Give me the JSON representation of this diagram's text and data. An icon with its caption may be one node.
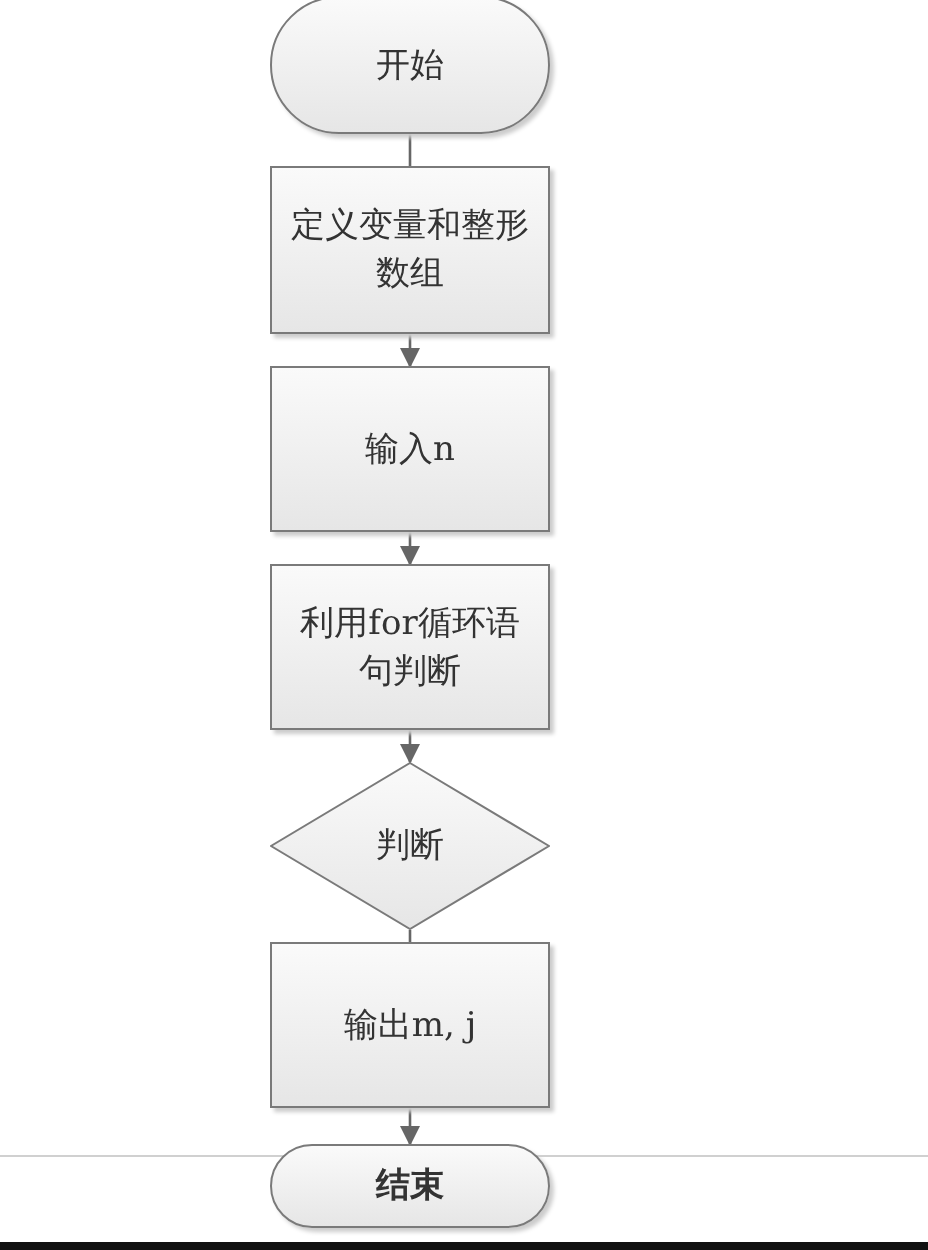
{
  "diagram": {
    "nodes": [
      {
        "text": [
          "开始"
        ]
      },
      {
        "text": [
          "定义变量和整形数组"
        ]
      },
      {
        "text": [
          "输入n"
        ]
      },
      {
        "text": [
          "利用for循环语句判断"
        ]
      },
      {
        "text": [
          "判断"
        ]
      },
      {
        "text": [
          "输出m, j"
        ]
      },
      {
        "text": [
          "结束"
        ]
      }
    ],
    "edges": [
      {
        "from": 0,
        "to": 1,
        "arrow": "none"
      },
      {
        "from": 1,
        "to": 2,
        "arrow": "to"
      },
      {
        "from": 2,
        "to": 3,
        "arrow": "to"
      },
      {
        "from": 3,
        "to": 4,
        "arrow": "to"
      },
      {
        "from": 4,
        "to": 5,
        "arrow": "none"
      },
      {
        "from": 5,
        "to": 6,
        "arrow": "to"
      }
    ]
  }
}
